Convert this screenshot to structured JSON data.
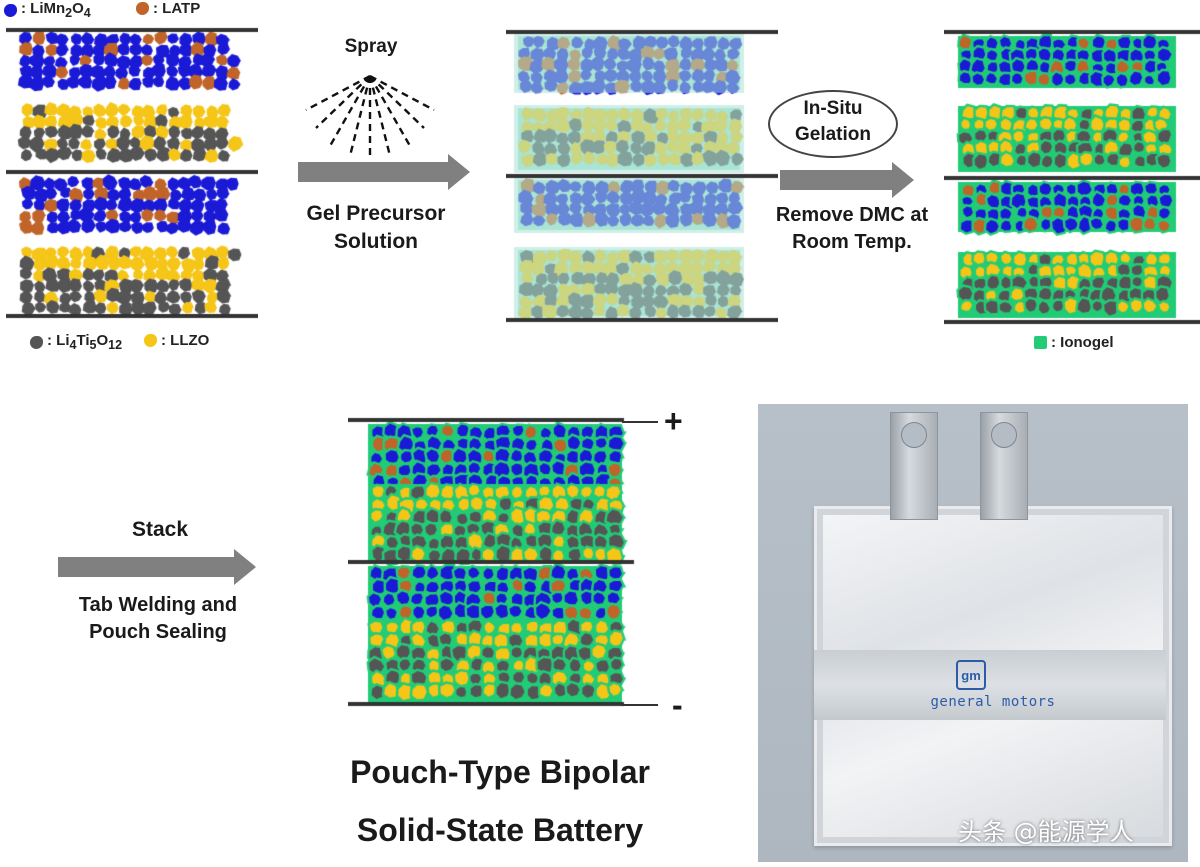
{
  "legend": {
    "limn2o4": {
      "label_main": ": LiMn",
      "sub1": "2",
      "mid": "O",
      "sub2": "4",
      "color": "#1a1ad6"
    },
    "latp": {
      "label": ": LATP",
      "color": "#c0642a"
    },
    "li4ti5o12": {
      "label_main": ": Li",
      "sub1": "4",
      "mid1": "Ti",
      "sub2": "5",
      "mid2": "O",
      "sub3": "12",
      "color": "#555555"
    },
    "llzo": {
      "label": ": LLZO",
      "color": "#f5c518"
    },
    "ionogel": {
      "label": ": Ionogel",
      "color": "#22cc77"
    }
  },
  "steps": {
    "spray": "Spray",
    "gel_precursor_line1": "Gel Precursor",
    "gel_precursor_line2": "Solution",
    "in_situ_line1": "In-Situ",
    "in_situ_line2": "Gelation",
    "remove_line1": "Remove DMC at",
    "remove_line2": "Room Temp.",
    "stack": "Stack",
    "tab_line1": "Tab Welding and",
    "tab_line2": "Pouch Sealing"
  },
  "stack_terminals": {
    "positive": "+",
    "negative": "-"
  },
  "caption": {
    "line1": "Pouch-Type Bipolar",
    "line2": "Solid-State Battery"
  },
  "photo": {
    "logo": "gm",
    "brand": "general motors",
    "watermark": "头条 @能源学人"
  },
  "colors": {
    "cathode": "#1a1ad6",
    "latp": "#c0642a",
    "anode": "#555555",
    "llzo": "#f5c518",
    "ionogel": "#22cc77",
    "gel_tint": "#a8e6d2",
    "arrow": "#808080"
  }
}
